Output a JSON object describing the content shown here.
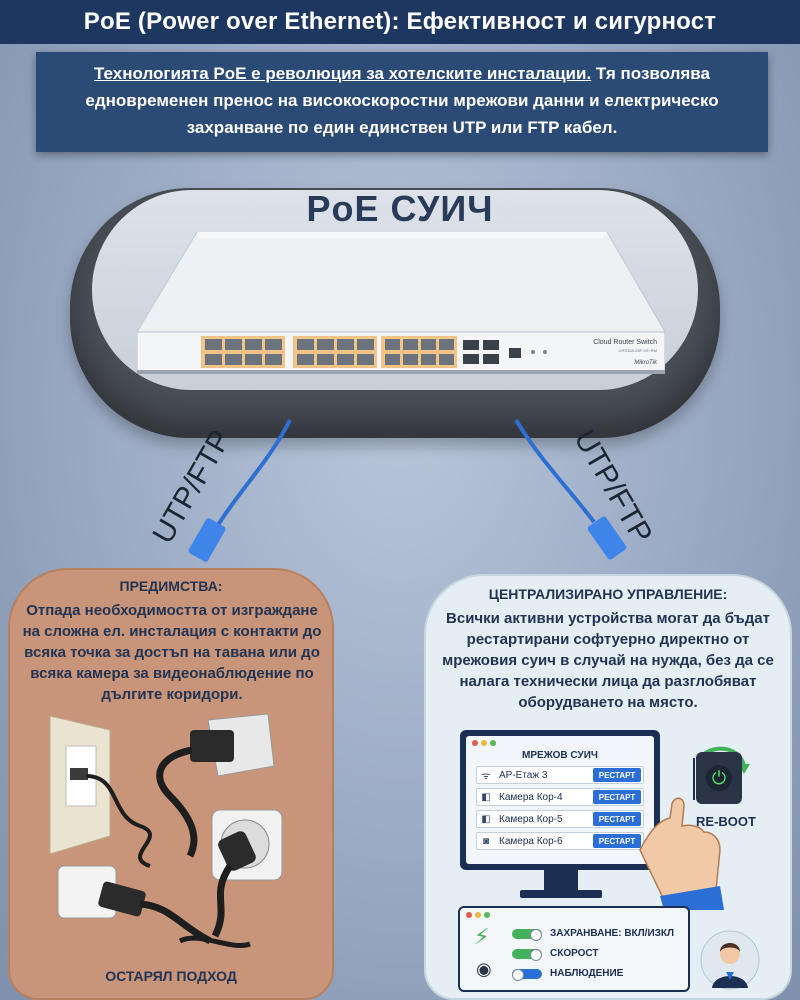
{
  "header": {
    "title": "PoE (Power over Ethernet): Ефективност и сигурност"
  },
  "intro": {
    "lead": "Технологията PoE е революция за хотелските инсталации.",
    "text": " Тя позволява едновременен пренос на високоскоростни мрежови данни и електрическо захранване по един единствен UTP или FTP кабел."
  },
  "switch": {
    "title": "PoE СУИЧ",
    "model": "Cloud Router Switch",
    "submodel": "CRS328-24P-4S+RM",
    "brand": "MikroTik"
  },
  "cables": {
    "left_label": "UTP/FTP",
    "right_label": "UTP/FTP"
  },
  "left_panel": {
    "heading": "ПРЕДИМСТВА:",
    "body": "Отпада необходимостта от изграждане на сложна ел. инсталация с контакти до всяка точка за достъп на тавана или до всяка камера за видеонаблюдение по дългите коридори.",
    "footer": "ОСТАРЯЛ ПОДХОД"
  },
  "right_panel": {
    "heading": "ЦЕНТРАЛИЗИРАНО УПРАВЛЕНИЕ:",
    "body": "Всички активни устройства могат да бъдат рестартирани софтуерно директно от мрежовия суич в случай на нужда, без да се налага технически лица да разглобяват оборудването на място.",
    "screen_title": "МРЕЖОВ СУИЧ",
    "devices": [
      {
        "icon": "wifi-icon",
        "glyph": "ᯤ",
        "name": "AP-Етаж 3",
        "button": "РЕСТАРТ"
      },
      {
        "icon": "camera-icon",
        "glyph": "◧",
        "name": "Камера Кор-4",
        "button": "РЕСТАРТ"
      },
      {
        "icon": "camera-icon",
        "glyph": "◧",
        "name": "Камера Кор-5",
        "button": "РЕСТАРТ"
      },
      {
        "icon": "photo-camera-icon",
        "glyph": "◙",
        "name": "Камера Кор-6",
        "button": "РЕСТАРТ"
      }
    ],
    "reboot_label": "RE-BOOT",
    "controls": [
      {
        "label": "ЗАХРАНВАНЕ: ВКЛ/ИЗКЛ"
      },
      {
        "label": "СКОРОСТ"
      },
      {
        "label": "НАБЛЮДЕНИЕ"
      }
    ]
  },
  "colors": {
    "title_bg": "#1d3760",
    "intro_bg": "#2c4a76",
    "left_panel_bg": "#c9957a",
    "right_panel_bg": "#e5eef3",
    "cable_blue": "#2f6fd1",
    "restart_blue": "#2b6ed6",
    "power_green": "#54e06b"
  }
}
